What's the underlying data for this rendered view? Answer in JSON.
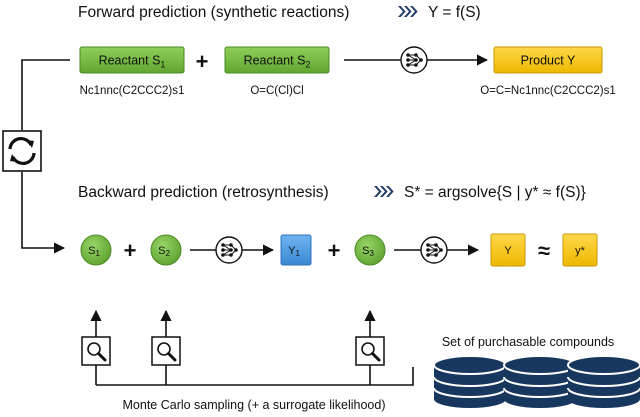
{
  "forward": {
    "title": "Forward prediction (synthetic reactions)",
    "equation": "Y = f(S)",
    "reactant1": {
      "label": "Reactant S",
      "subscript": "1",
      "smiles": "Nc1nnc(C2CCC2)s1"
    },
    "reactant2": {
      "label": "Reactant S",
      "subscript": "2",
      "smiles": "O=C(Cl)Cl"
    },
    "product": {
      "label": "Product Y",
      "smiles": "O=C=Nc1nnc(C2CCC2)s1"
    },
    "plus": "+"
  },
  "backward": {
    "title": "Backward prediction (retrosynthesis)",
    "equation": "S* = argsolve{S | y* ≈ f(S)}",
    "nodes": {
      "s1": {
        "label": "S",
        "subscript": "1"
      },
      "s2": {
        "label": "S",
        "subscript": "2"
      },
      "y1": {
        "label": "Y",
        "subscript": "1"
      },
      "s3": {
        "label": "S",
        "subscript": "3"
      },
      "y": {
        "label": "Y"
      },
      "ystar": {
        "label": "y*"
      }
    },
    "plus": "+",
    "approx": "≈"
  },
  "sampling": {
    "label": "Monte Carlo sampling (+ a surrogate likelihood)",
    "compounds_label": "Set of purchasable compounds"
  },
  "colors": {
    "green": "#72b841",
    "green_border": "#4d8a26",
    "yellow": "#f5c518",
    "yellow_border": "#c99a00",
    "blue": "#4f9be0",
    "blue_border": "#2f72b8",
    "navy": "#1f3864",
    "database": "#17375e"
  },
  "icons": [
    "chevron-right-icon",
    "network-icon",
    "cycle-icon",
    "magnifier-icon",
    "database-icon"
  ]
}
